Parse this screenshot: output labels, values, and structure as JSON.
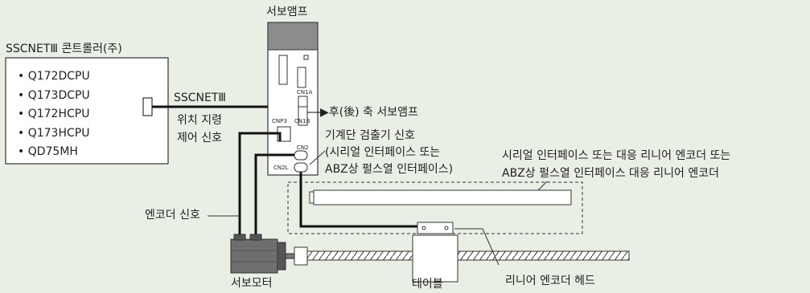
{
  "amp_title": "서보앰프",
  "controller": {
    "title": "SSCNETⅢ 콘트롤러(주)",
    "items": [
      "• Q172DCPU",
      "• Q173DCPU",
      "• Q172HCPU",
      "• Q173HCPU",
      "• QD75MH"
    ]
  },
  "signal": {
    "name": "SSCNETⅢ",
    "line1": "위치 지령",
    "line2": "제어 신호"
  },
  "rear_amp": "▶후(後) 축 서보앰프",
  "connectors": {
    "cn1a": "CN1A",
    "cn1b": "CN1B",
    "cnp3": "CNP3",
    "cn2": "CN2",
    "cn2l": "CN2L"
  },
  "detector": {
    "line1": "기계단 검출기 신호",
    "line2": "(시리얼 인터페이스 또는",
    "line3": "ABZ상 펄스열 인터페이스)"
  },
  "encoder_note": {
    "line1": "시리얼 인터페이스 또는 대응 리니어 엔코더 또는",
    "line2": "ABZ상 펄스열 인터페이스 대응 리니어 엔코더"
  },
  "encoder_signal": "엔코더 신호",
  "servo_motor": "서보모터",
  "table": "테이블",
  "linear_head": "리니어 엔코더 헤드"
}
